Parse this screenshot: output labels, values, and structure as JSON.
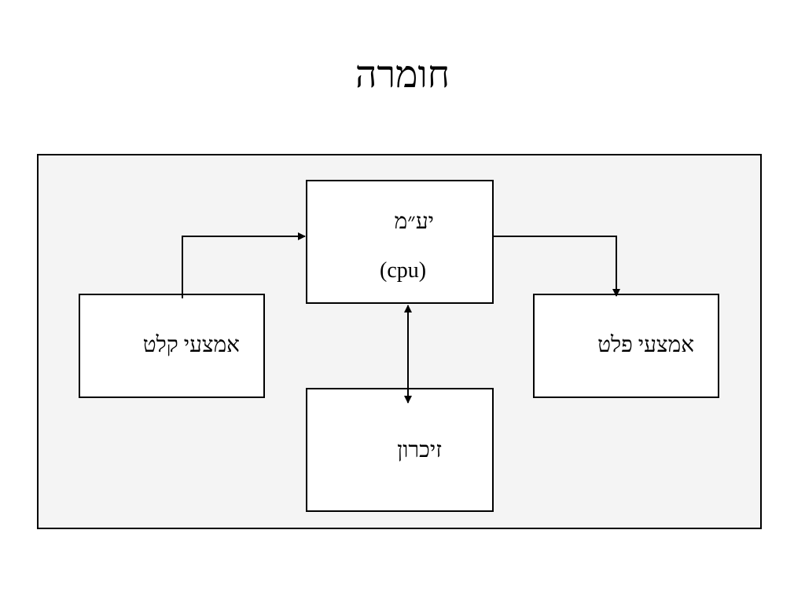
{
  "title": "חומרה",
  "diagram": {
    "cpu": {
      "label": "יע״מ",
      "sublabel": "(cpu)"
    },
    "input": {
      "label": "אמצעי קלט"
    },
    "output": {
      "label": "אמצעי פלט"
    },
    "memory": {
      "label": "זיכרון"
    },
    "connections": [
      {
        "from": "input",
        "to": "cpu",
        "direction": "one-way"
      },
      {
        "from": "cpu",
        "to": "output",
        "direction": "one-way"
      },
      {
        "from": "cpu",
        "to": "memory",
        "direction": "two-way"
      }
    ]
  }
}
